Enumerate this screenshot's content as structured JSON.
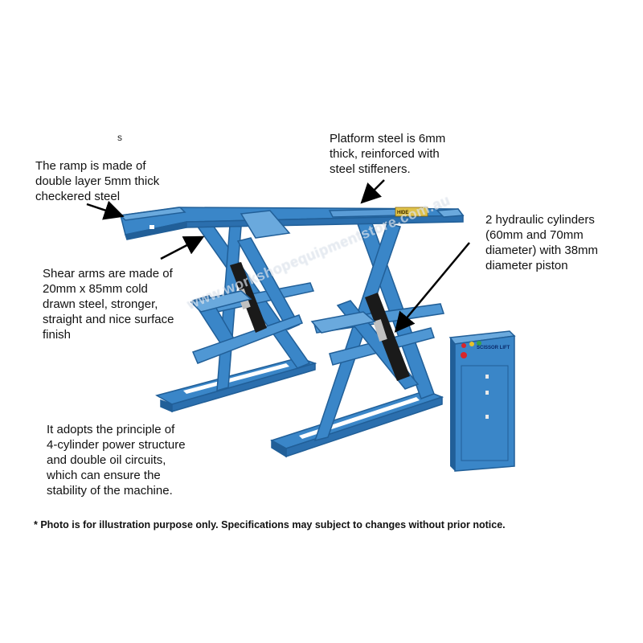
{
  "annotations": {
    "stray_s": "s",
    "ramp": "The ramp is made of\ndouble layer 5mm thick\ncheckered steel",
    "platform": "Platform steel is 6mm\nthick, reinforced with\nsteel stiffeners.",
    "cylinders": "2 hydraulic cylinders\n(60mm and 70mm\ndiameter) with 38mm\ndiameter piston",
    "shear_arms": "Shear arms are made of\n20mm x 85mm cold\ndrawn steel, stronger,\nstraight and nice surface\nfinish",
    "principle": "It adopts the principle of\n4-cylinder power structure\nand double oil circuits,\nwhich can ensure the\nstability of the machine."
  },
  "disclaimer": "* Photo is for illustration purpose only.  Specifications may subject to changes without prior notice.",
  "watermark": "www.workshopequipmentstore.com.au",
  "console": {
    "label": "SCISSOR LIFT"
  },
  "brand_plate": "HIDE",
  "colors": {
    "lift_blue": "#3a86c8",
    "lift_blue_dark": "#215f98",
    "lift_blue_light": "#6aa9dd",
    "cylinder_black": "#1a1a1a"
  }
}
